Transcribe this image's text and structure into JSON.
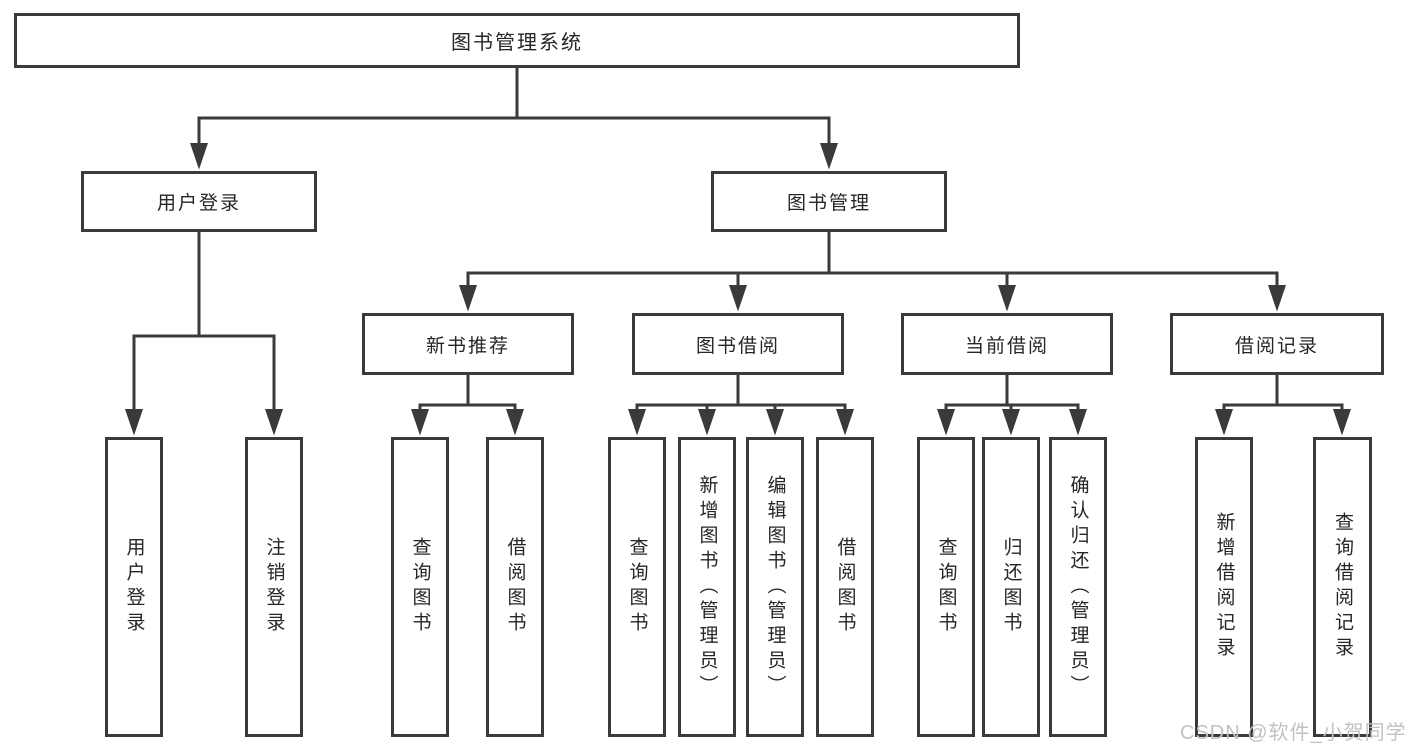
{
  "diagram": {
    "root": {
      "label": "图书管理系统"
    },
    "level2": [
      {
        "label": "用户登录",
        "children": [
          {
            "label": "用户登录"
          },
          {
            "label": "注销登录"
          }
        ]
      },
      {
        "label": "图书管理",
        "children": [
          {
            "label": "新书推荐",
            "children": [
              {
                "label": "查询图书"
              },
              {
                "label": "借阅图书"
              }
            ]
          },
          {
            "label": "图书借阅",
            "children": [
              {
                "label": "查询图书"
              },
              {
                "label": "新增图书（管理员）"
              },
              {
                "label": "编辑图书（管理员）"
              },
              {
                "label": "借阅图书"
              }
            ]
          },
          {
            "label": "当前借阅",
            "children": [
              {
                "label": "查询图书"
              },
              {
                "label": "归还图书"
              },
              {
                "label": "确认归还（管理员）"
              }
            ]
          },
          {
            "label": "借阅记录",
            "children": [
              {
                "label": "新增借阅记录"
              },
              {
                "label": "查询借阅记录"
              }
            ]
          }
        ]
      }
    ]
  },
  "watermark": {
    "text": "CSDN @软件_小贺同学"
  },
  "colors": {
    "line": "#3a3a3a",
    "text": "#262626",
    "box_fill": "#ffffff",
    "watermark": "#c2c2c2",
    "background": "#ffffff"
  }
}
